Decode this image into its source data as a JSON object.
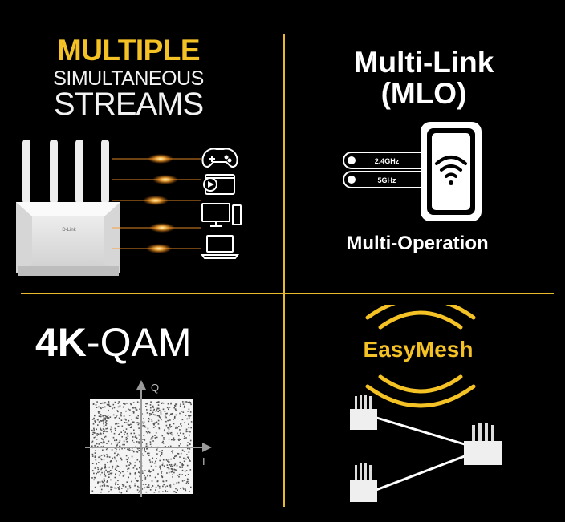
{
  "quadrants": {
    "streams": {
      "line1": "MULTIPLE",
      "line2": "SIMULTANEOUS",
      "line3": "STREAMS",
      "router_brand": "D-Link"
    },
    "mlo": {
      "title_line1": "Multi-Link",
      "title_line2": "(MLO)",
      "band1": "2.4GHz",
      "band2": "5GHz",
      "subtitle": "Multi-Operation"
    },
    "qam": {
      "title_bold": "4K",
      "title_rest": "-QAM",
      "axis_q": "Q",
      "axis_i": "I"
    },
    "mesh": {
      "label": "EasyMesh"
    }
  },
  "colors": {
    "accent": "#f5c226",
    "divider": "#e8b92a",
    "background": "#000000",
    "text": "#ffffff"
  },
  "icons": [
    "gamepad-icon",
    "video-icon",
    "desktop-icon",
    "laptop-icon",
    "wifi-icon"
  ]
}
